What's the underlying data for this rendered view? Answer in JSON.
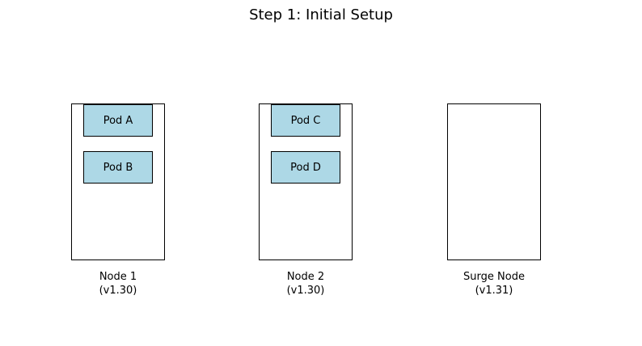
{
  "title": "Step 1: Initial Setup",
  "nodes": [
    {
      "name": "Node 1",
      "version": "(v1.30)",
      "pods": [
        "Pod A",
        "Pod B"
      ]
    },
    {
      "name": "Node 2",
      "version": "(v1.30)",
      "pods": [
        "Pod C",
        "Pod D"
      ]
    },
    {
      "name": "Surge Node",
      "version": "(v1.31)",
      "pods": []
    }
  ],
  "colors": {
    "pod_fill": "#add8e6",
    "border": "#000000",
    "background": "#ffffff"
  }
}
